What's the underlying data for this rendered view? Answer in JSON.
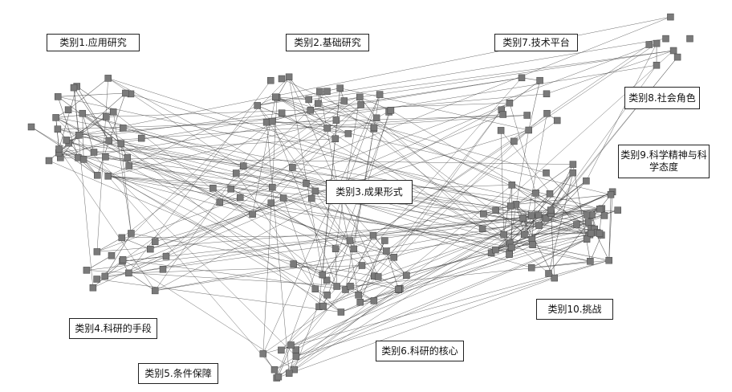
{
  "categories": {
    "c1": "类别1.应用研究",
    "c2": "类别2.基础研究",
    "c3": "类别3.成果形式",
    "c4": "类别4.科研的手段",
    "c5": "类别5.条件保障",
    "c6": "类别6.科研的核心",
    "c7": "类别7.技术平台",
    "c8": "类别8.社会角色",
    "c9": "类别9.科学精神与科学态度",
    "c10": "类别10.挑战"
  },
  "colors": {
    "node": "#7a7a7a",
    "edge": "#3a3a3a",
    "border": "#222222"
  }
}
